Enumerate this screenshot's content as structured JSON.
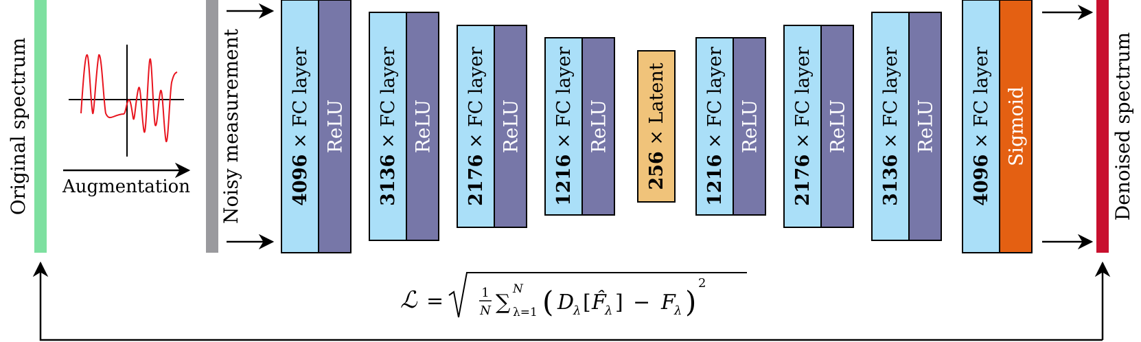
{
  "inputs": {
    "original_label": "Original spectrum",
    "augmentation_label": "Augmentation",
    "noisy_label": "Noisy measurement",
    "denoised_label": "Denoised spectrum"
  },
  "layers": [
    {
      "size": "4096",
      "label": "FC layer",
      "activation": "ReLU"
    },
    {
      "size": "3136",
      "label": "FC layer",
      "activation": "ReLU"
    },
    {
      "size": "2176",
      "label": "FC layer",
      "activation": "ReLU"
    },
    {
      "size": "1216",
      "label": "FC layer",
      "activation": "ReLU"
    },
    {
      "size": "256",
      "label": "Latent",
      "activation": ""
    },
    {
      "size": "1216",
      "label": "FC layer",
      "activation": "ReLU"
    },
    {
      "size": "2176",
      "label": "FC layer",
      "activation": "ReLU"
    },
    {
      "size": "3136",
      "label": "FC layer",
      "activation": "ReLU"
    },
    {
      "size": "4096",
      "label": "FC layer",
      "activation": "Sigmoid"
    }
  ],
  "colors": {
    "original_bar": "#7ee0a0",
    "noisy_bar": "#9a9a9e",
    "denoised_bar": "#c8102e",
    "fc_layer": "#aadff8",
    "relu": "#7777a8",
    "latent": "#f0c37a",
    "sigmoid": "#e46012",
    "signal": "#e8141e"
  },
  "loss": {
    "lhs": "ℒ",
    "equals": "=",
    "frac_num": "1",
    "frac_den": "N",
    "sum": "∑",
    "sum_sup": "N",
    "sum_sub": "λ=1",
    "lparen": "(",
    "d": "D",
    "d_sub": "λ",
    "lbracket": "[",
    "f_hat": "F̂",
    "f_hat_sub": "λ",
    "rbracket": "]",
    "minus": "−",
    "f": "F",
    "f_sub": "λ",
    "rparen": ")",
    "power": "2"
  }
}
